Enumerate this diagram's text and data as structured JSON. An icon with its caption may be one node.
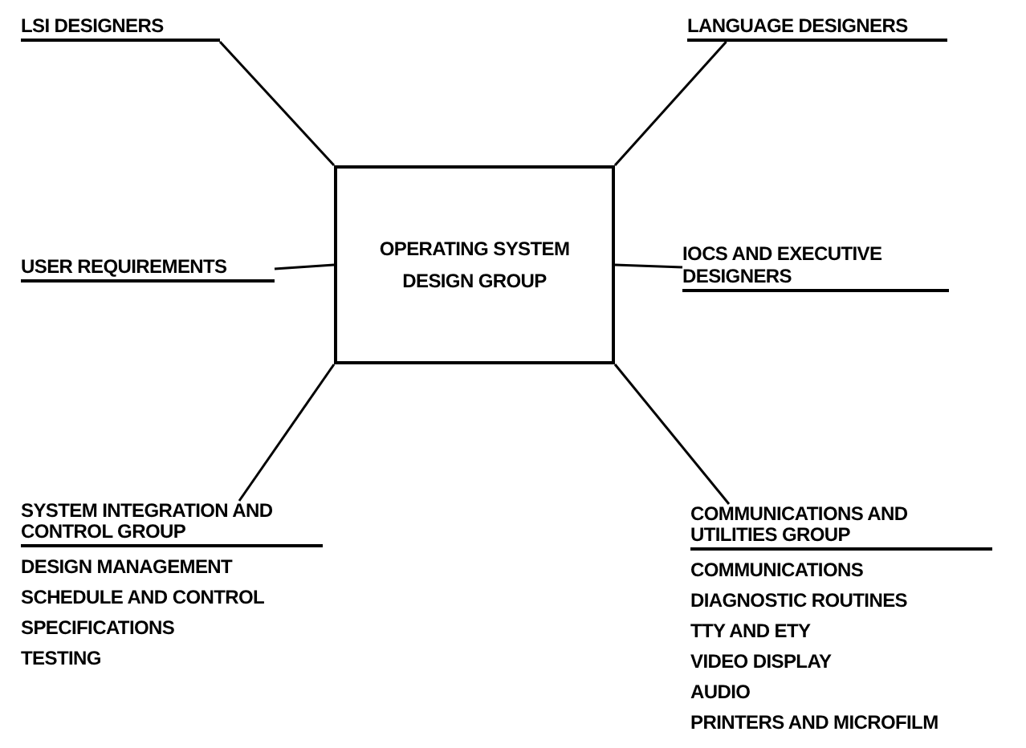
{
  "diagram": {
    "nodes": [
      {
        "text": [
          "OPERATING SYSTEM DESIGN GROUP"
        ]
      },
      {
        "text": [
          "LSI DESIGNERS"
        ]
      },
      {
        "text": [
          "LANGUAGE DESIGNERS"
        ]
      },
      {
        "text": [
          "USER REQUIREMENTS"
        ]
      },
      {
        "text": [
          "IOCS AND EXECUTIVE DESIGNERS"
        ]
      },
      {
        "text": [
          "SYSTEM INTEGRATION AND CONTROL GROUP",
          "DESIGN MANAGEMENT",
          "SCHEDULE AND CONTROL",
          "SPECIFICATIONS",
          "TESTING"
        ]
      },
      {
        "text": [
          "COMMUNICATIONS AND UTILITIES GROUP",
          "COMMUNICATIONS",
          "DIAGNOSTIC ROUTINES",
          "TTY AND ETY",
          "VIDEO DISPLAY",
          "AUDIO",
          "PRINTERS AND MICROFILM"
        ]
      }
    ],
    "edges": [
      {
        "from": 0,
        "to": 1,
        "arrow": "none"
      },
      {
        "from": 0,
        "to": 2,
        "arrow": "none"
      },
      {
        "from": 0,
        "to": 3,
        "arrow": "none"
      },
      {
        "from": 0,
        "to": 4,
        "arrow": "none"
      },
      {
        "from": 0,
        "to": 5,
        "arrow": "none"
      },
      {
        "from": 0,
        "to": 6,
        "arrow": "none"
      }
    ]
  }
}
